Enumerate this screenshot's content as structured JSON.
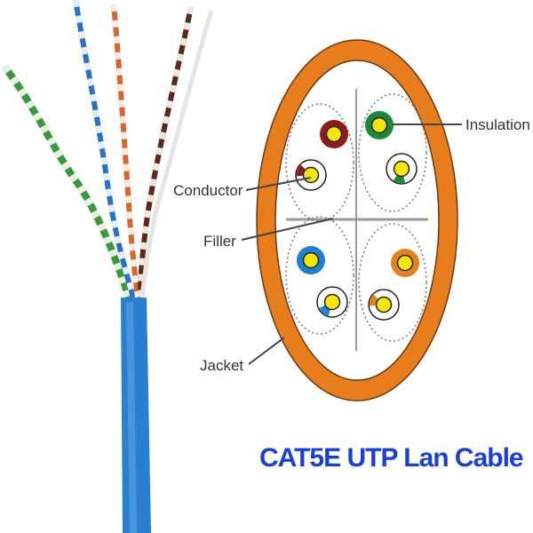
{
  "labels": {
    "insulation": "Insulation",
    "conductor": "Conductor",
    "filler": "Filler",
    "jacket": "Jacket"
  },
  "title": "CAT5E UTP Lan Cable",
  "colors": {
    "jacket": "#e87d1e",
    "cable": "#2a7fd0",
    "title": "#1a3fd6",
    "conductor": "#f5e60a",
    "pairs": [
      "#8f1c1c",
      "#1a8a3a",
      "#1f7fd0",
      "#e8801e"
    ]
  }
}
